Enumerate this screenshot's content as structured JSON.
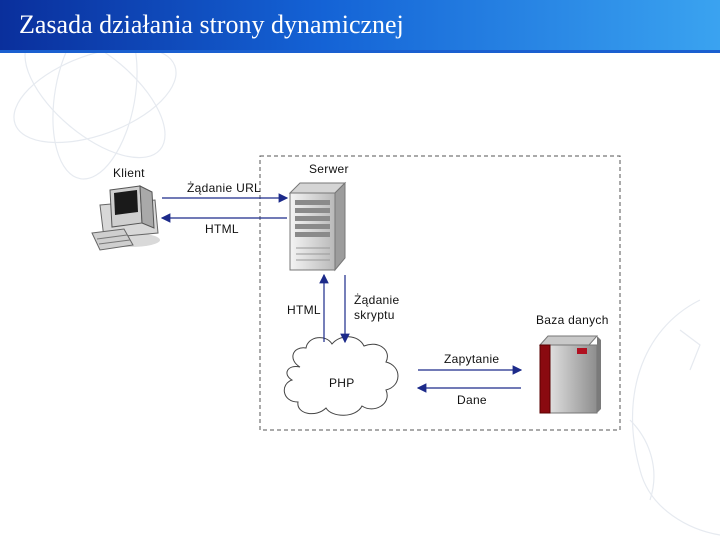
{
  "title": "Zasada działania strony dynamicznej",
  "diagram": {
    "client_label": "Klient",
    "server_label": "Serwer",
    "url_request_label": "Żądanie URL",
    "html_response_label": "HTML",
    "html_from_php_label": "HTML",
    "script_request_label_line1": "Żądanie",
    "script_request_label_line2": "skryptu",
    "php_label": "PHP",
    "database_label": "Baza danych",
    "query_label": "Zapytanie",
    "data_label": "Dane"
  }
}
